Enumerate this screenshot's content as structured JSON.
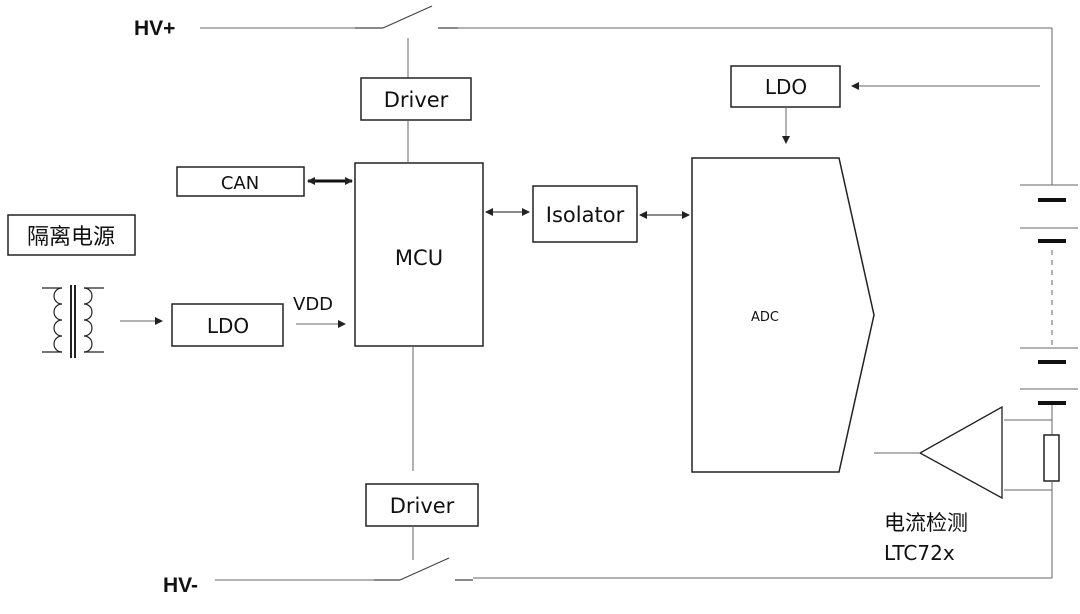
{
  "rails": {
    "hv_plus": "HV+",
    "hv_minus": "HV-"
  },
  "blocks": {
    "driver_top": "Driver",
    "driver_bottom": "Driver",
    "can": "CAN",
    "mcu": "MCU",
    "isolator": "Isolator",
    "ldo_left": "LDO",
    "ldo_right": "LDO",
    "adc": "ADC"
  },
  "labels": {
    "isolated_power": "隔离电源",
    "vdd": "VDD",
    "current_sense": "电流检测",
    "current_sense_part": "LTC72x"
  },
  "colors": {
    "line": "#444444",
    "box_border": "#222222",
    "text": "#111111"
  }
}
